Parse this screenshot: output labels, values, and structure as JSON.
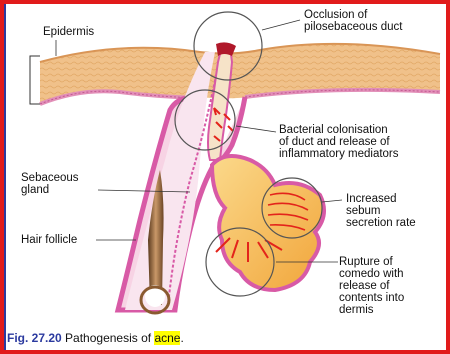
{
  "labels": {
    "epidermis": "Epidermis",
    "occlusion": "Occlusion of\npilosebaceous duct",
    "bacterial": "Bacterial colonisation\nof duct and release of\ninflammatory mediators",
    "sebaceous": "Sebaceous\ngland",
    "hair_follicle": "Hair follicle",
    "sebum": "Increased\nsebum\nsecretion rate",
    "rupture": "Rupture of\ncomedo with\nrelease of\ncontents into\ndermis"
  },
  "caption": {
    "figure": "Fig. 27.20",
    "text": " Pathogenesis of ",
    "highlight": "acne",
    "end": "."
  },
  "colors": {
    "frame": "#e11b1b",
    "skin": "#f2c48e",
    "epidermis_pink": "#e28fb8",
    "follicle_wall": "#d85aa6",
    "arrows": "#e3241b",
    "sebum": "#f4b54a"
  }
}
